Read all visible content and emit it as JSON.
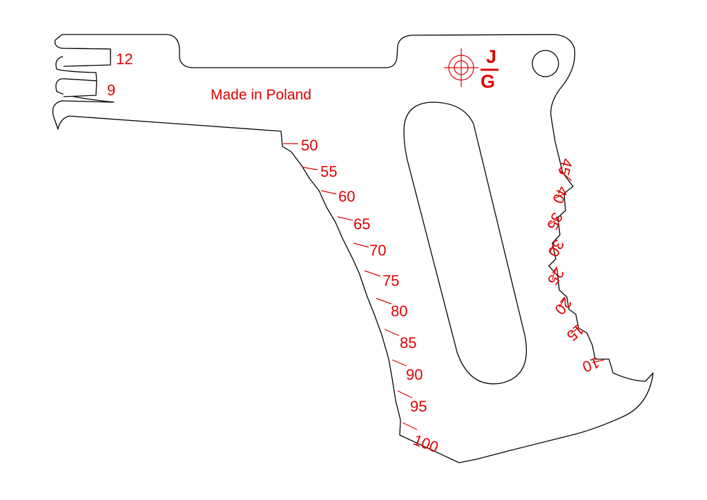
{
  "colors": {
    "engraving": "#e00000",
    "outline": "#000000",
    "background": "#ffffff"
  },
  "notch_labels": [
    "12",
    "9"
  ],
  "origin_text": "Made in Poland",
  "logo": {
    "letters": [
      "J",
      "G"
    ],
    "icon": "crosshair-target-icon"
  },
  "left_scale": [
    "50",
    "55",
    "60",
    "65",
    "70",
    "75",
    "80",
    "85",
    "90",
    "95",
    "100"
  ],
  "right_scale": [
    "45",
    "40",
    "35",
    "30",
    "25",
    "20",
    "15",
    "10"
  ]
}
